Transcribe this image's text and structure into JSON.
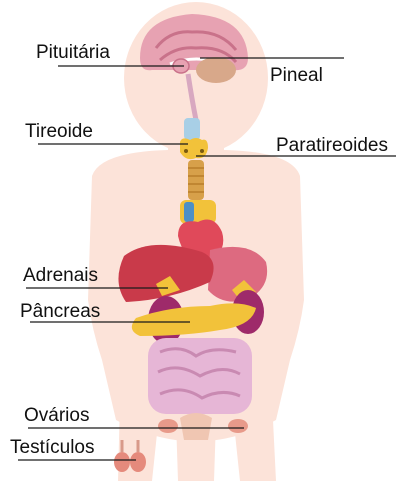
{
  "labels": {
    "pituitaria": "Pituitária",
    "pineal": "Pineal",
    "tireoide": "Tireoide",
    "paratireoides": "Paratireoides",
    "adrenais": "Adrenais",
    "pancreas": "Pâncreas",
    "ovarios": "Ovários",
    "testiculos": "Testículos"
  },
  "colors": {
    "body": "#fce3d9",
    "brain": "#e7a2b2",
    "gland": "#f2c23a",
    "stomach": "#e0495a",
    "liver": "#c93a4a",
    "kidney": "#9e2a6a",
    "intestine": "#e6b6d6",
    "leader_line": "#1a1a1a"
  }
}
